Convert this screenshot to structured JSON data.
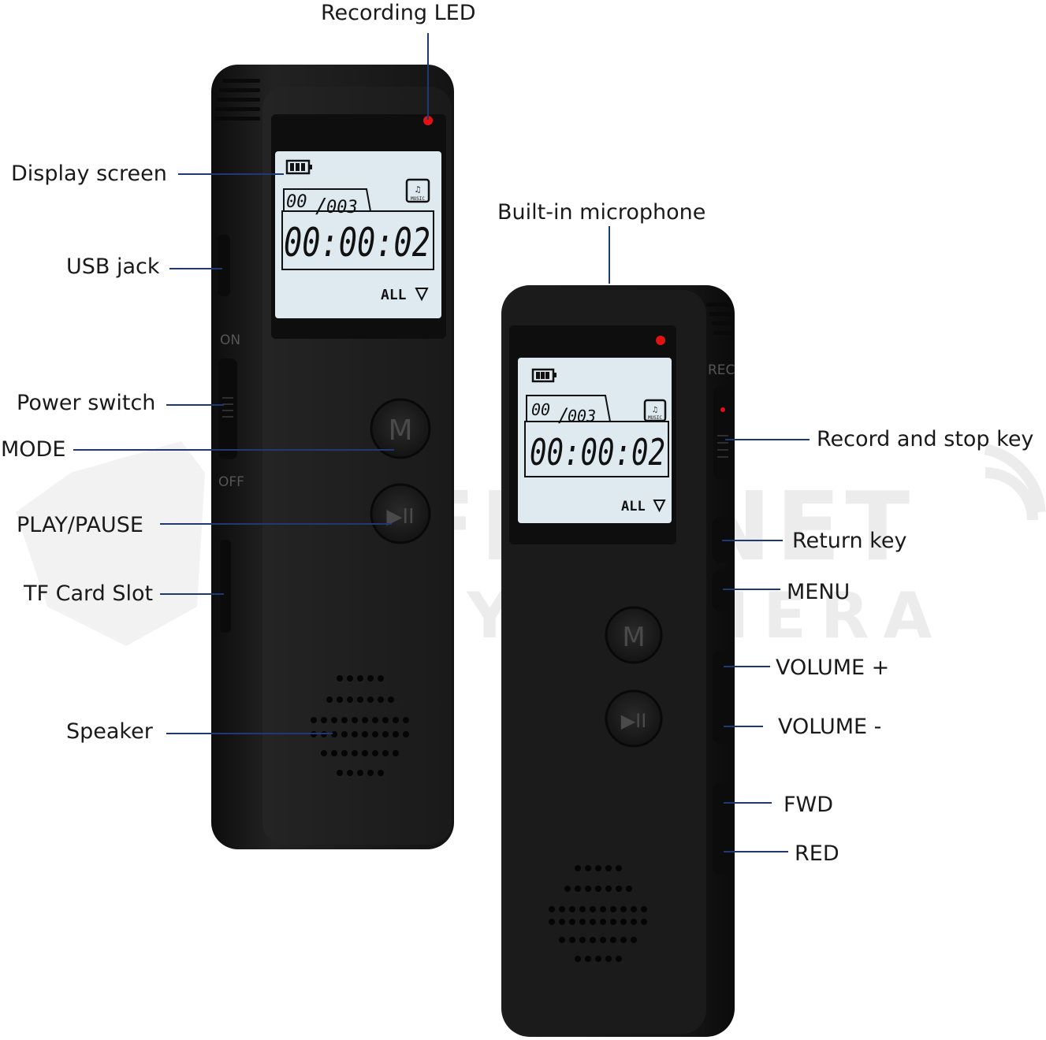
{
  "watermark": {
    "brand": "SAFETYNET",
    "sub": "SPY CAMERA"
  },
  "labels": {
    "recording_led": "Recording LED",
    "display_screen": "Display screen",
    "usb_jack": "USB jack",
    "power_switch": "Power switch",
    "mode": "MODE",
    "play_pause": "PLAY/PAUSE",
    "tf_card_slot": "TF Card Slot",
    "speaker": "Speaker",
    "builtin_microphone": "Built-in microphone",
    "record_stop_key": "Record and stop key",
    "return_key": "Return key",
    "menu": "MENU",
    "volume_plus": "VOLUME +",
    "volume_minus": "VOLUME -",
    "fwd": "FWD",
    "red": "RED"
  },
  "device": {
    "switch_on": "ON",
    "switch_off": "OFF",
    "rec": "REC",
    "mode_button": "M",
    "play_button": "▶II",
    "lcd": {
      "track": "00",
      "total": "003",
      "time": "00:00:02",
      "mode": "ALL",
      "music": "MUSIC"
    }
  },
  "colors": {
    "leader_line": "#1f3a72",
    "body": "#1b1b1b",
    "lcd_bg": "#dfeaf0",
    "led": "#e21212"
  }
}
